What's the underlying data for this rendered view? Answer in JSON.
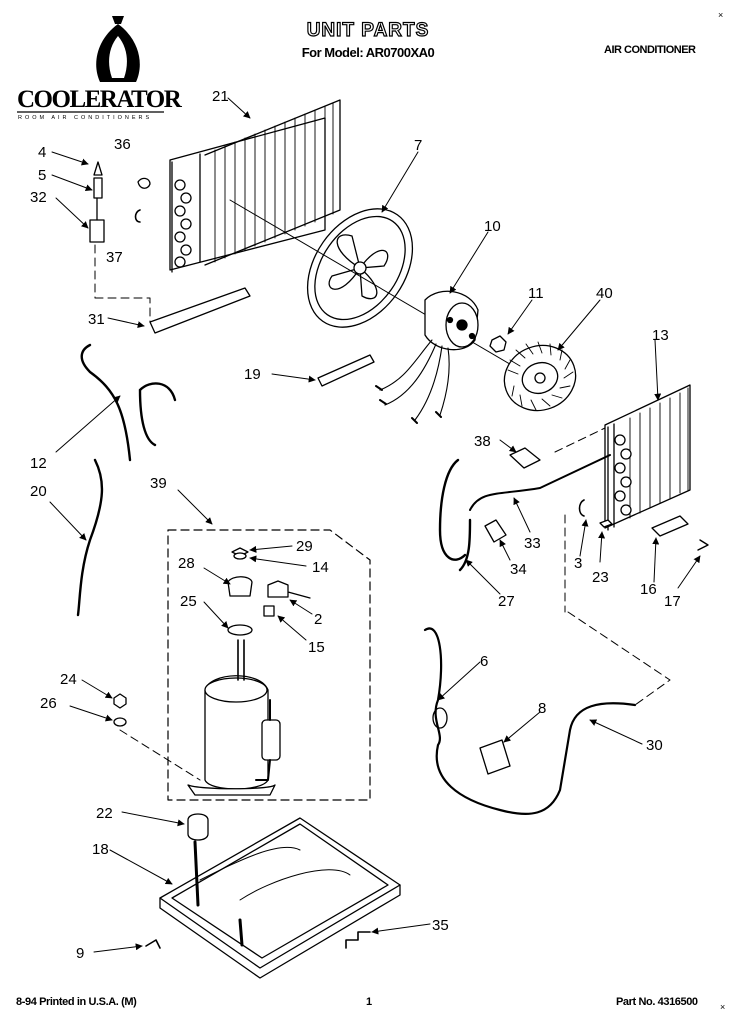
{
  "header": {
    "title": "UNIT PARTS",
    "model_line": "For Model: AR0700XA0",
    "category": "AIR CONDITIONER"
  },
  "brand": {
    "name": "COOLERATOR",
    "tagline": "ROOM AIR CONDITIONERS"
  },
  "footer": {
    "print_info": "8-94 Printed in U.S.A. (M)",
    "page": "1",
    "part_number": "Part No. 4316500"
  },
  "callouts": [
    {
      "id": "c21",
      "label": "21"
    },
    {
      "id": "c7",
      "label": "7"
    },
    {
      "id": "c4",
      "label": "4"
    },
    {
      "id": "c36",
      "label": "36"
    },
    {
      "id": "c5",
      "label": "5"
    },
    {
      "id": "c32",
      "label": "32"
    },
    {
      "id": "c37",
      "label": "37"
    },
    {
      "id": "c10",
      "label": "10"
    },
    {
      "id": "c11",
      "label": "11"
    },
    {
      "id": "c40",
      "label": "40"
    },
    {
      "id": "c13",
      "label": "13"
    },
    {
      "id": "c31",
      "label": "31"
    },
    {
      "id": "c19",
      "label": "19"
    },
    {
      "id": "c12",
      "label": "12"
    },
    {
      "id": "c38",
      "label": "38"
    },
    {
      "id": "c20",
      "label": "20"
    },
    {
      "id": "c39",
      "label": "39"
    },
    {
      "id": "c33",
      "label": "33"
    },
    {
      "id": "c3",
      "label": "3"
    },
    {
      "id": "c23",
      "label": "23"
    },
    {
      "id": "c34",
      "label": "34"
    },
    {
      "id": "c29",
      "label": "29"
    },
    {
      "id": "c14",
      "label": "14"
    },
    {
      "id": "c28",
      "label": "28"
    },
    {
      "id": "c16",
      "label": "16"
    },
    {
      "id": "c17",
      "label": "17"
    },
    {
      "id": "c27",
      "label": "27"
    },
    {
      "id": "c2",
      "label": "2"
    },
    {
      "id": "c25",
      "label": "25"
    },
    {
      "id": "c15",
      "label": "15"
    },
    {
      "id": "c6",
      "label": "6"
    },
    {
      "id": "c24",
      "label": "24"
    },
    {
      "id": "c26",
      "label": "26"
    },
    {
      "id": "c8",
      "label": "8"
    },
    {
      "id": "c30",
      "label": "30"
    },
    {
      "id": "c22",
      "label": "22"
    },
    {
      "id": "c18",
      "label": "18"
    },
    {
      "id": "c35",
      "label": "35"
    },
    {
      "id": "c9",
      "label": "9"
    }
  ]
}
